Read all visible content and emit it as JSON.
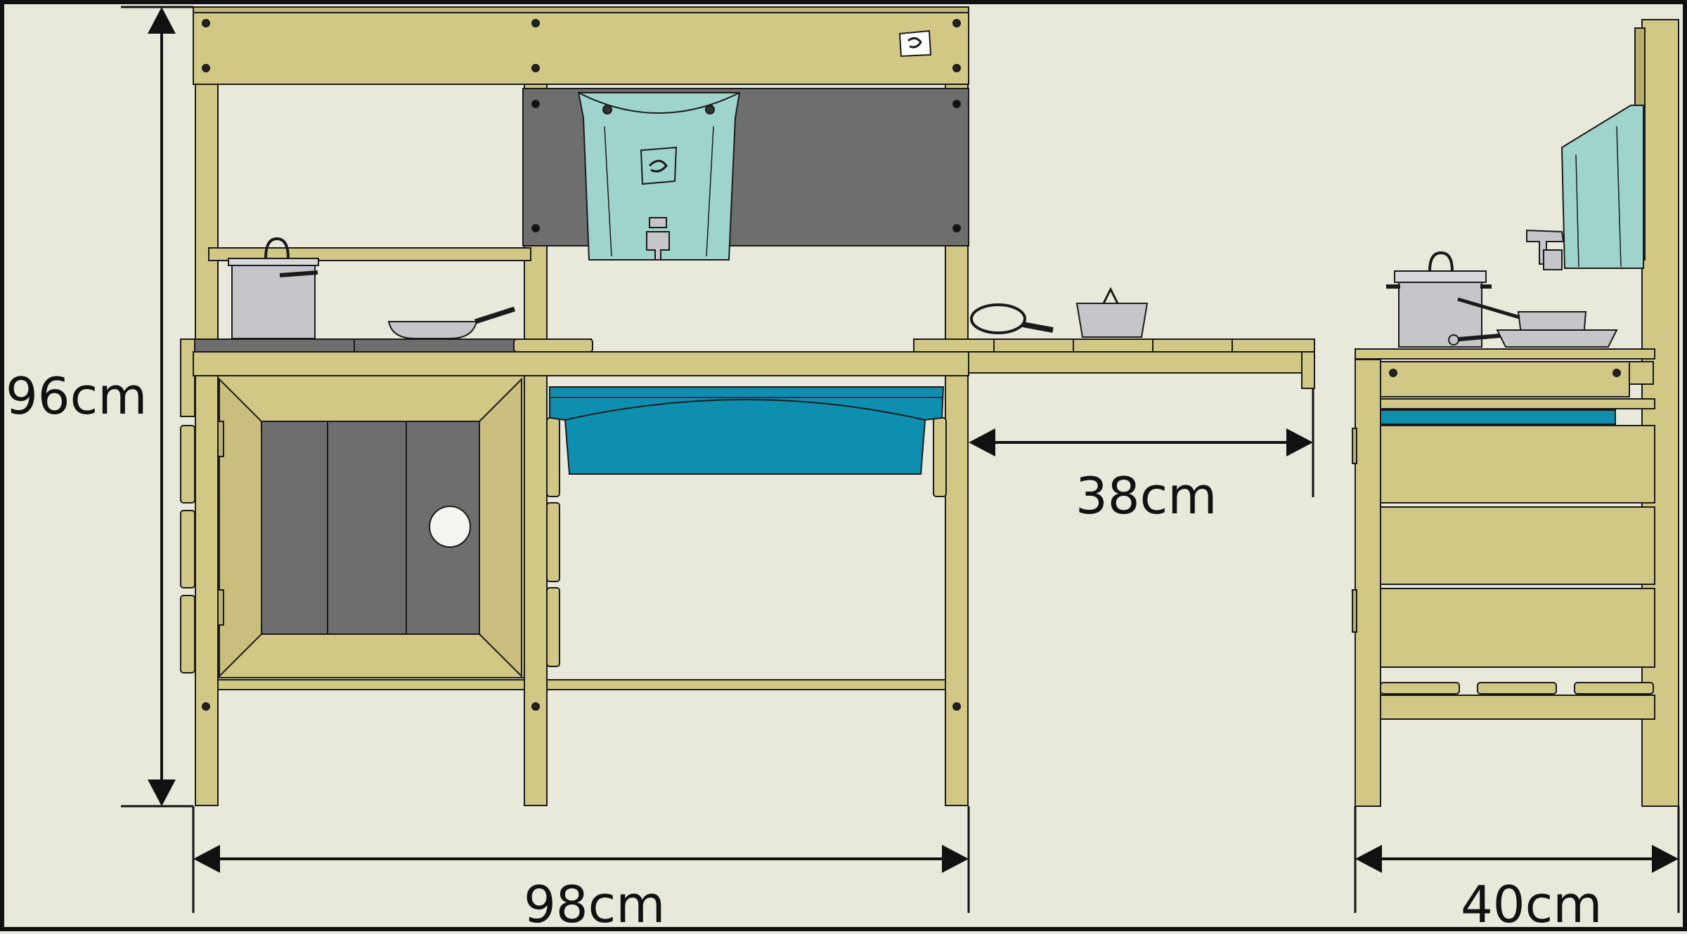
{
  "dimensions": {
    "height": "96cm",
    "width": "98cm",
    "side_shelf": "38cm",
    "depth": "40cm"
  },
  "colors": {
    "background": "#e8e9db",
    "wood": "#d2c886",
    "wood_dark": "#b8ad6a",
    "board": "#6e6e6e",
    "water_tank": "#9fd4cc",
    "basin": "#0f8fb0",
    "pot": "#c6c5ca",
    "outline": "#1a1a1a"
  }
}
